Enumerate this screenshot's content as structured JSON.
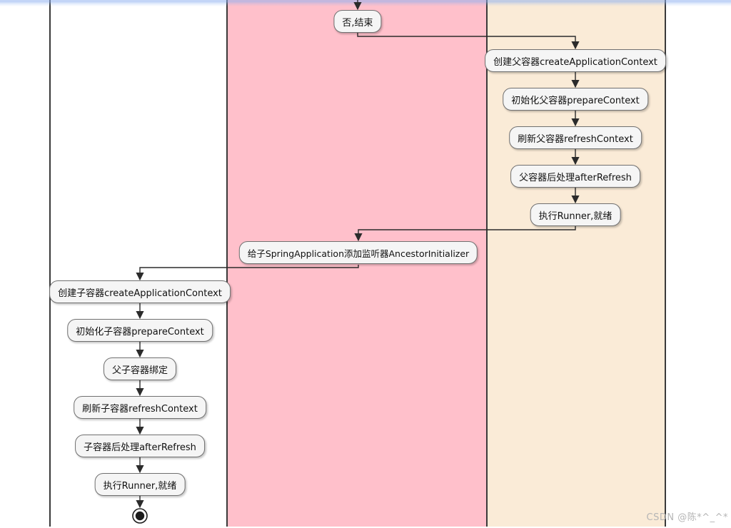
{
  "diagram": {
    "type": "activity-flowchart",
    "nodes": [
      {
        "id": "no-end",
        "label": "否,结束"
      },
      {
        "id": "create-parent-context",
        "label": "创建父容器createApplicationContext"
      },
      {
        "id": "prepare-parent-context",
        "label": "初始化父容器prepareContext"
      },
      {
        "id": "refresh-parent-context",
        "label": "刷新父容器refreshContext"
      },
      {
        "id": "after-refresh-parent",
        "label": "父容器后处理afterRefresh"
      },
      {
        "id": "run-runner-parent",
        "label": "执行Runner,就绪"
      },
      {
        "id": "add-ancestor-listener",
        "label": "给子SpringApplication添加监听器AncestorInitializer"
      },
      {
        "id": "create-child-context",
        "label": "创建子容器createApplicationContext"
      },
      {
        "id": "prepare-child-context",
        "label": "初始化子容器prepareContext"
      },
      {
        "id": "bind-parent-child",
        "label": "父子容器绑定"
      },
      {
        "id": "refresh-child-context",
        "label": "刷新子容器refreshContext"
      },
      {
        "id": "after-refresh-child",
        "label": "子容器后处理afterRefresh"
      },
      {
        "id": "run-runner-child",
        "label": "执行Runner,就绪"
      }
    ],
    "flow": [
      "no-end -> create-parent-context",
      "create-parent-context -> prepare-parent-context",
      "prepare-parent-context -> refresh-parent-context",
      "refresh-parent-context -> after-refresh-parent",
      "after-refresh-parent -> run-runner-parent",
      "run-runner-parent -> add-ancestor-listener",
      "add-ancestor-listener -> create-child-context",
      "create-child-context -> prepare-child-context",
      "prepare-child-context -> bind-parent-child",
      "bind-parent-child -> refresh-child-context",
      "refresh-child-context -> after-refresh-child",
      "after-refresh-child -> run-runner-child",
      "run-runner-child -> end"
    ]
  },
  "watermark": {
    "text": "CSDN @陈*^_^*"
  },
  "colors": {
    "lane_left": "#FFFFFF",
    "lane_middle": "#FFC0CB",
    "lane_right": "#FAEBD7",
    "lane_line": "#3A3A3A",
    "node_fill": "#F5F5F5",
    "node_border": "#707070",
    "edge": "#2B2B2B",
    "watermark": "#B5B5B5"
  }
}
